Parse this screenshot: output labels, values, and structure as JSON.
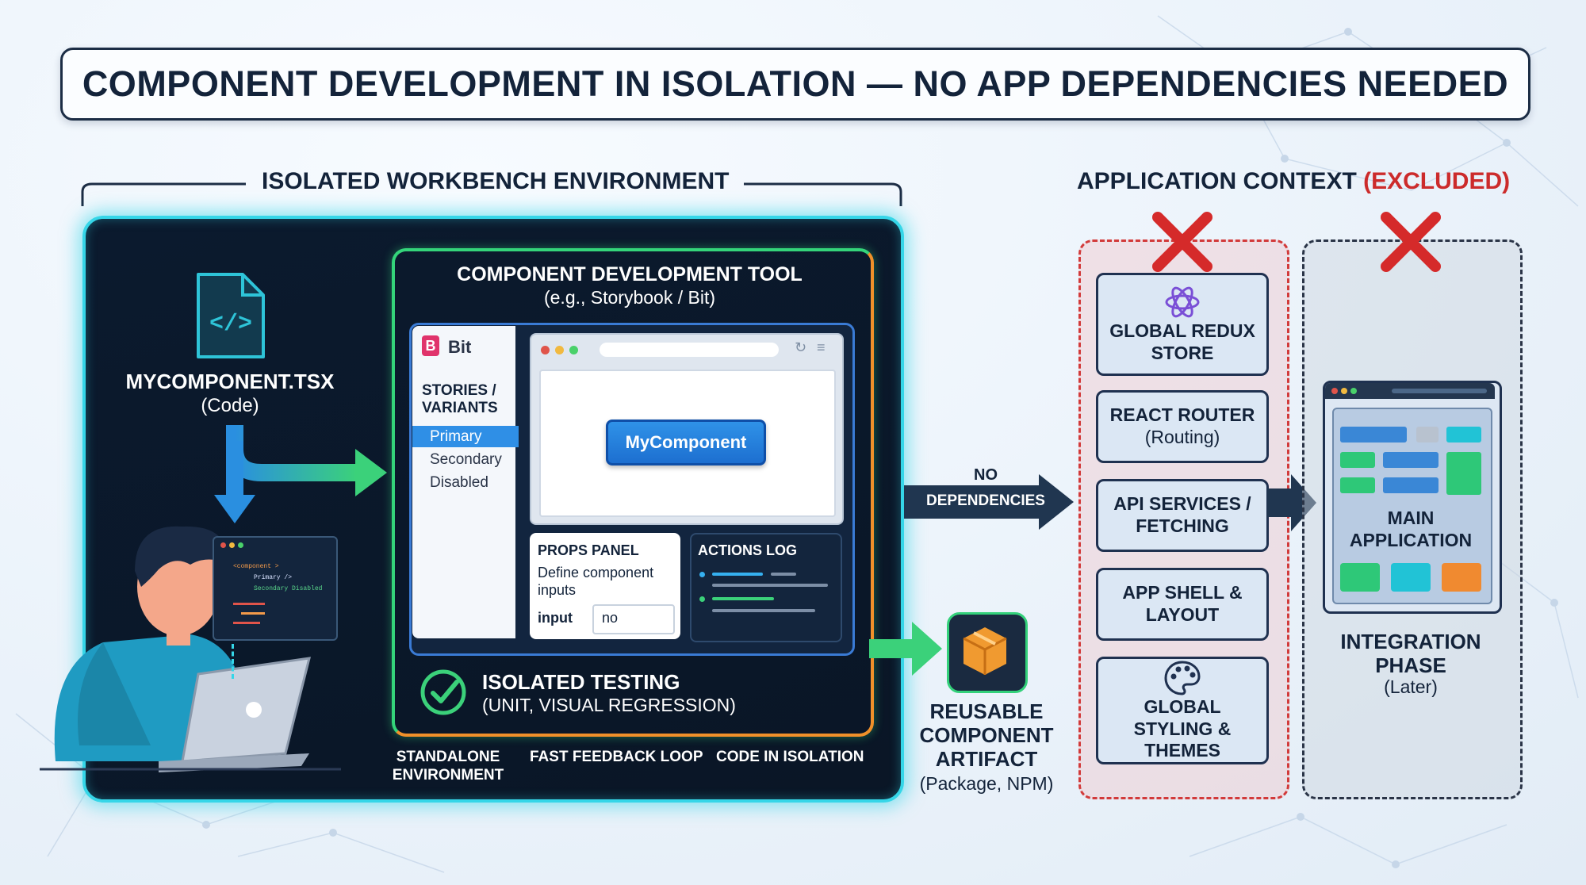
{
  "title": "COMPONENT DEVELOPMENT IN ISOLATION — NO APP DEPENDENCIES NEEDED",
  "workbench": {
    "label": "ISOLATED WORKBENCH ENVIRONMENT",
    "file": {
      "name": "MYCOMPONENT.TSX",
      "subtitle": "(Code)"
    },
    "code_snippet": {
      "line1": "<component >",
      "line2": "Primary />",
      "line3": "Secondary Disabled"
    },
    "tool": {
      "title": "COMPONENT DEVELOPMENT TOOL",
      "subtitle": "(e.g., Storybook / Bit)",
      "brand": "Bit",
      "stories_header": "STORIES / VARIANTS",
      "stories": [
        "Primary",
        "Secondary",
        "Disabled"
      ],
      "preview_button": "MyComponent",
      "props_panel": {
        "title": "PROPS PANEL",
        "desc": "Define component inputs",
        "input_label": "input",
        "input_value": "no"
      },
      "actions_log": {
        "title": "ACTIONS LOG"
      },
      "testing": {
        "title": "ISOLATED TESTING",
        "subtitle": "(UNIT, VISUAL REGRESSION)"
      }
    },
    "footer": {
      "standalone": "STANDALONE ENVIRONMENT",
      "fast_feedback": "FAST FEEDBACK LOOP",
      "code_isolation": "CODE IN ISOLATION"
    }
  },
  "no_dependencies": {
    "line1": "NO",
    "line2": "DEPENDENCIES"
  },
  "artifact": {
    "line1": "REUSABLE",
    "line2": "COMPONENT",
    "line3": "ARTIFACT",
    "subtitle": "(Package, NPM)"
  },
  "app_context": {
    "label": "APPLICATION CONTEXT",
    "excluded": "(EXCLUDED)",
    "items": [
      {
        "title": "GLOBAL REDUX STORE",
        "sub": ""
      },
      {
        "title": "REACT ROUTER",
        "sub": "(Routing)"
      },
      {
        "title": "API SERVICES / FETCHING",
        "sub": ""
      },
      {
        "title": "APP SHELL & LAYOUT",
        "sub": ""
      },
      {
        "title": "GLOBAL STYLING & THEMES",
        "sub": ""
      }
    ],
    "main_app": "MAIN APPLICATION",
    "integration": {
      "title": "INTEGRATION PHASE",
      "subtitle": "(Later)"
    }
  },
  "colors": {
    "cyan": "#35d6e8",
    "green": "#34d47a",
    "orange": "#f0902a",
    "red": "#d23a3a",
    "navy": "#1f3150"
  }
}
